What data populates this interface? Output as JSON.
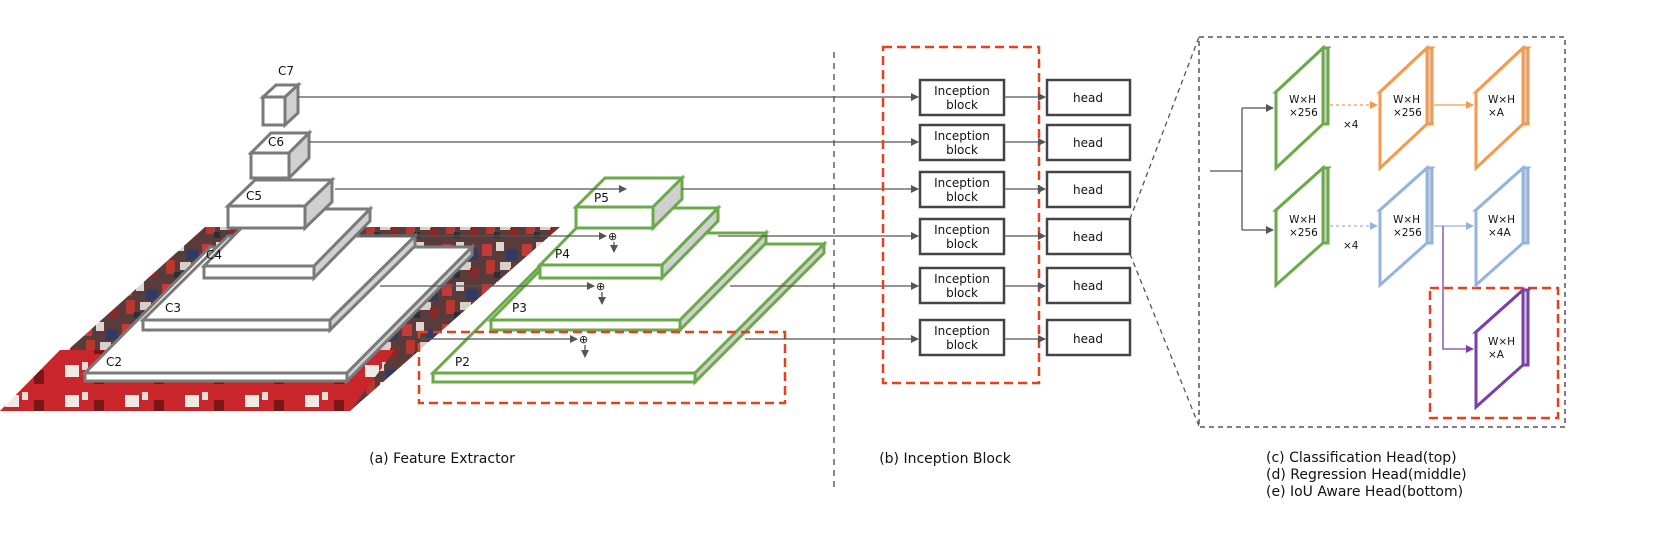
{
  "backbone": {
    "levels": [
      "C7",
      "C6",
      "C5",
      "C4",
      "C3",
      "C2"
    ]
  },
  "fpn": {
    "levels": [
      "P5",
      "P4",
      "P3",
      "P2"
    ],
    "merge_symbol": "⊕"
  },
  "inception": {
    "label_line1": "Inception",
    "label_line2": "block",
    "count": 6
  },
  "head": {
    "label": "head",
    "count": 6
  },
  "head_detail": {
    "cls_feat_1": [
      "W×H",
      "×256"
    ],
    "cls_feat_2": [
      "W×H",
      "×256"
    ],
    "cls_out": [
      "W×H",
      "×A"
    ],
    "reg_feat_1": [
      "W×H",
      "×256"
    ],
    "reg_feat_2": [
      "W×H",
      "×256"
    ],
    "reg_out": [
      "W×H",
      "×4A"
    ],
    "iou_out": [
      "W×H",
      "×A"
    ],
    "repeat_cls": "×4",
    "repeat_reg": "×4"
  },
  "captions": {
    "a": "(a) Feature Extractor",
    "b": "(b) Inception Block",
    "c": "(c) Classification Head(top)",
    "d": "(d) Regression Head(middle)",
    "e": "(e) IoU Aware Head(bottom)"
  },
  "colors": {
    "backbone": "#7a7a7a",
    "fpn": "#6aaa48",
    "cls": "#f39a4c",
    "reg": "#95b3e0",
    "iou": "#7a3fa8",
    "highlight": "#e8401c",
    "box": "#444444"
  }
}
